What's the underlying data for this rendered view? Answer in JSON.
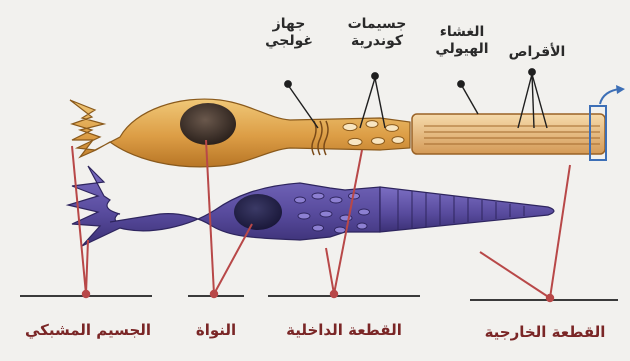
{
  "top_labels": {
    "golgi": [
      "جهاز",
      "غولجي"
    ],
    "mitochondria": [
      "جسيمات",
      "كوندرية"
    ],
    "plasma_membrane": [
      "الغشاء",
      "الهيولي"
    ],
    "discs": "الأقراص"
  },
  "bottom_labels": {
    "synaptic_body": "الجسيم المشبكي",
    "nucleus": "النواة",
    "inner_segment": "القطعة الداخلية",
    "outer_segment": "القطعة الخارجية"
  },
  "colors": {
    "background": "#f2f1ee",
    "rod_cell": "#e3ac55",
    "cone_cell": "#5d4fa0",
    "pointer_lines": "#b84848",
    "bottom_label_text": "#7a2626",
    "highlight_box": "#3d6fb6"
  }
}
